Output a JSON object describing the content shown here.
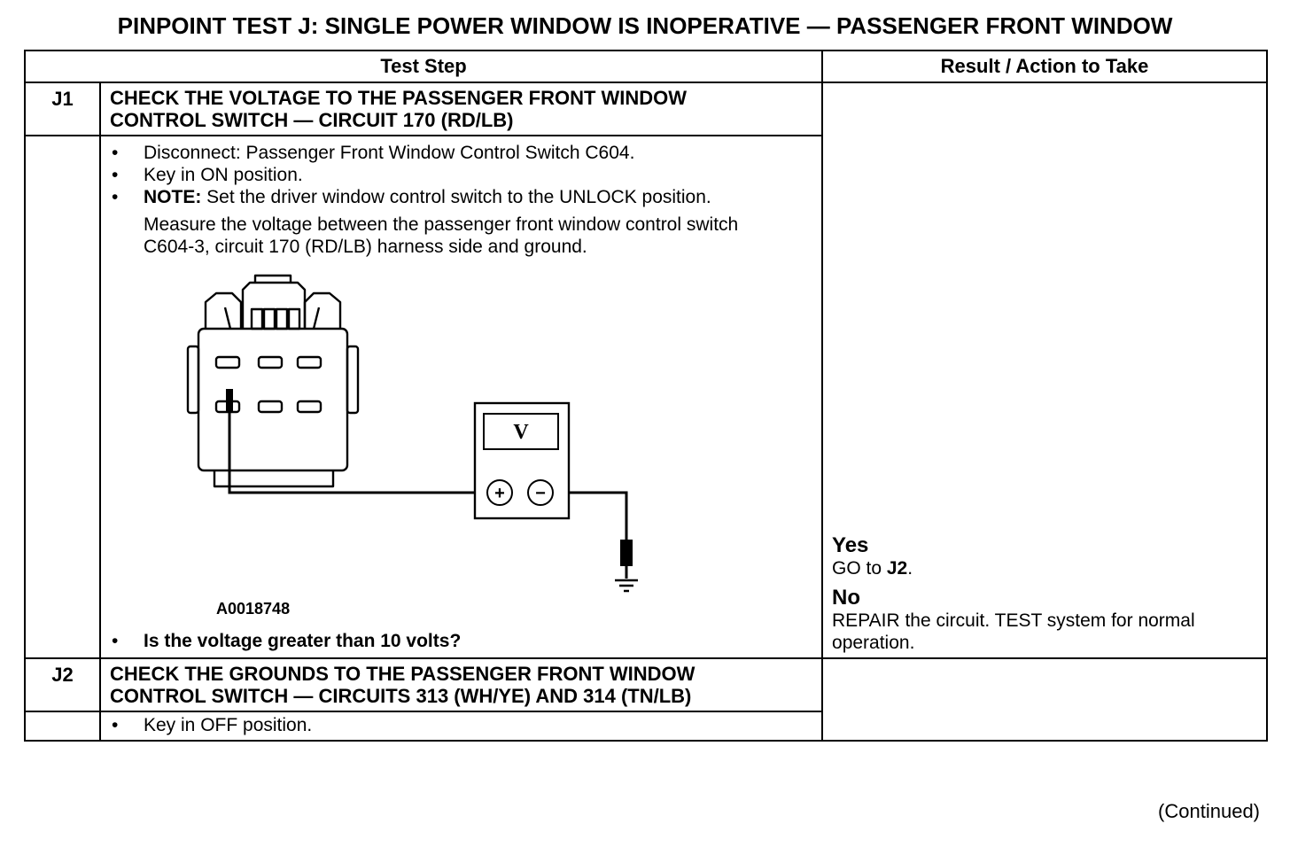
{
  "title": "PINPOINT TEST  J: SINGLE POWER WINDOW IS INOPERATIVE — PASSENGER FRONT WINDOW",
  "table": {
    "headers": {
      "test_step": "Test Step",
      "result": "Result / Action to Take"
    },
    "steps": [
      {
        "id": "J1",
        "heading_line1": "CHECK THE VOLTAGE TO THE PASSENGER FRONT WINDOW",
        "heading_line2": "CONTROL SWITCH — CIRCUIT 170 (RD/LB)",
        "bullets": [
          "Disconnect: Passenger Front Window Control Switch C604.",
          "Key in ON position."
        ],
        "note_label": "NOTE:",
        "note_text": " Set the driver window control switch to the UNLOCK position.",
        "measure_text": "Measure the voltage between the passenger front window control switch C604-3, circuit 170 (RD/LB) harness side and ground.",
        "figure_id": "A0018748",
        "meter_label": "V",
        "plus_label": "+",
        "minus_label": "−",
        "question": "Is the voltage greater than 10 volts?",
        "result": {
          "yes_label": "Yes",
          "yes_text_prefix": "GO to ",
          "yes_target": "J2",
          "yes_text_suffix": ".",
          "no_label": "No",
          "no_text": "REPAIR the circuit. TEST system for normal operation."
        }
      },
      {
        "id": "J2",
        "heading_line1": "CHECK THE GROUNDS TO THE PASSENGER FRONT WINDOW",
        "heading_line2": "CONTROL SWITCH — CIRCUITS 313 (WH/YE) AND 314 (TN/LB)",
        "bullets": [
          "Key in OFF position."
        ]
      }
    ]
  },
  "bullet_glyph": "•",
  "continued": "(Continued)"
}
